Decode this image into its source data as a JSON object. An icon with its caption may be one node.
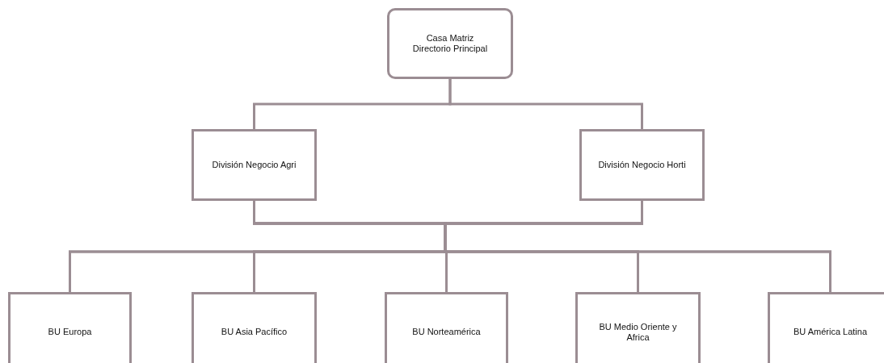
{
  "diagram": {
    "nodes": [
      {
        "text": [
          "Casa Matriz",
          "Directorio Principal"
        ]
      },
      {
        "text": [
          "División Negocio Agri"
        ]
      },
      {
        "text": [
          "División Negocio Horti"
        ]
      },
      {
        "text": [
          "BU Europa"
        ]
      },
      {
        "text": [
          "BU Asia Pacífico"
        ]
      },
      {
        "text": [
          "BU Norteamérica"
        ]
      },
      {
        "text": [
          "BU Medio Oriente y Africa"
        ]
      },
      {
        "text": [
          "BU América Latina"
        ]
      }
    ],
    "edges": [
      {
        "from": 0,
        "to": 1,
        "arrow": "none"
      },
      {
        "from": 0,
        "to": 2,
        "arrow": "none"
      },
      {
        "from": 1,
        "to": 3,
        "arrow": "none"
      },
      {
        "from": 1,
        "to": 4,
        "arrow": "none"
      },
      {
        "from": 1,
        "to": 5,
        "arrow": "none"
      },
      {
        "from": 1,
        "to": 6,
        "arrow": "none"
      },
      {
        "from": 1,
        "to": 7,
        "arrow": "none"
      },
      {
        "from": 2,
        "to": 3,
        "arrow": "none"
      },
      {
        "from": 2,
        "to": 4,
        "arrow": "none"
      },
      {
        "from": 2,
        "to": 5,
        "arrow": "none"
      },
      {
        "from": 2,
        "to": 6,
        "arrow": "none"
      },
      {
        "from": 2,
        "to": 7,
        "arrow": "none"
      }
    ]
  }
}
